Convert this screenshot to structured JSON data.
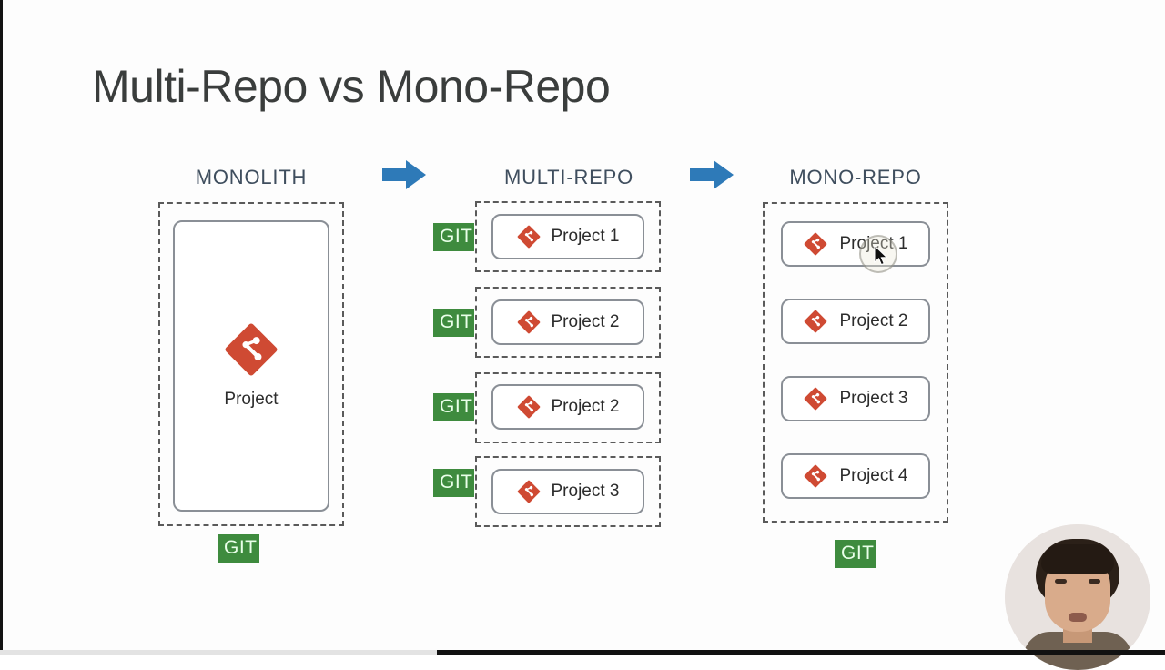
{
  "slide": {
    "title": "Multi-Repo vs Mono-Repo",
    "accent_header_color": "#3f4e5e",
    "arrow_color": "#2e7ab8",
    "git_badge_bg": "#3e8b3e",
    "git_logo_color": "#cf4a33"
  },
  "columns": {
    "monolith": {
      "header": "MONOLITH",
      "project_label": "Project",
      "git_badge": "GIT",
      "icon": "git-logo-icon"
    },
    "multirepo": {
      "header": "MULTI-REPO",
      "items": [
        {
          "label": "Project 1",
          "git_badge": "GIT"
        },
        {
          "label": "Project 2",
          "git_badge": "GIT"
        },
        {
          "label": "Project 2",
          "git_badge": "GIT"
        },
        {
          "label": "Project 3",
          "git_badge": "GIT"
        }
      ]
    },
    "monorepo": {
      "header": "MONO-REPO",
      "items": [
        {
          "label": "Project 1"
        },
        {
          "label": "Project 2"
        },
        {
          "label": "Project 3"
        },
        {
          "label": "Project 4"
        }
      ],
      "git_badge": "GIT"
    }
  },
  "arrows": [
    {
      "name": "arrow-monolith-to-multirepo"
    },
    {
      "name": "arrow-multirepo-to-monorepo"
    }
  ],
  "player": {
    "progress_percent": 37.5
  }
}
